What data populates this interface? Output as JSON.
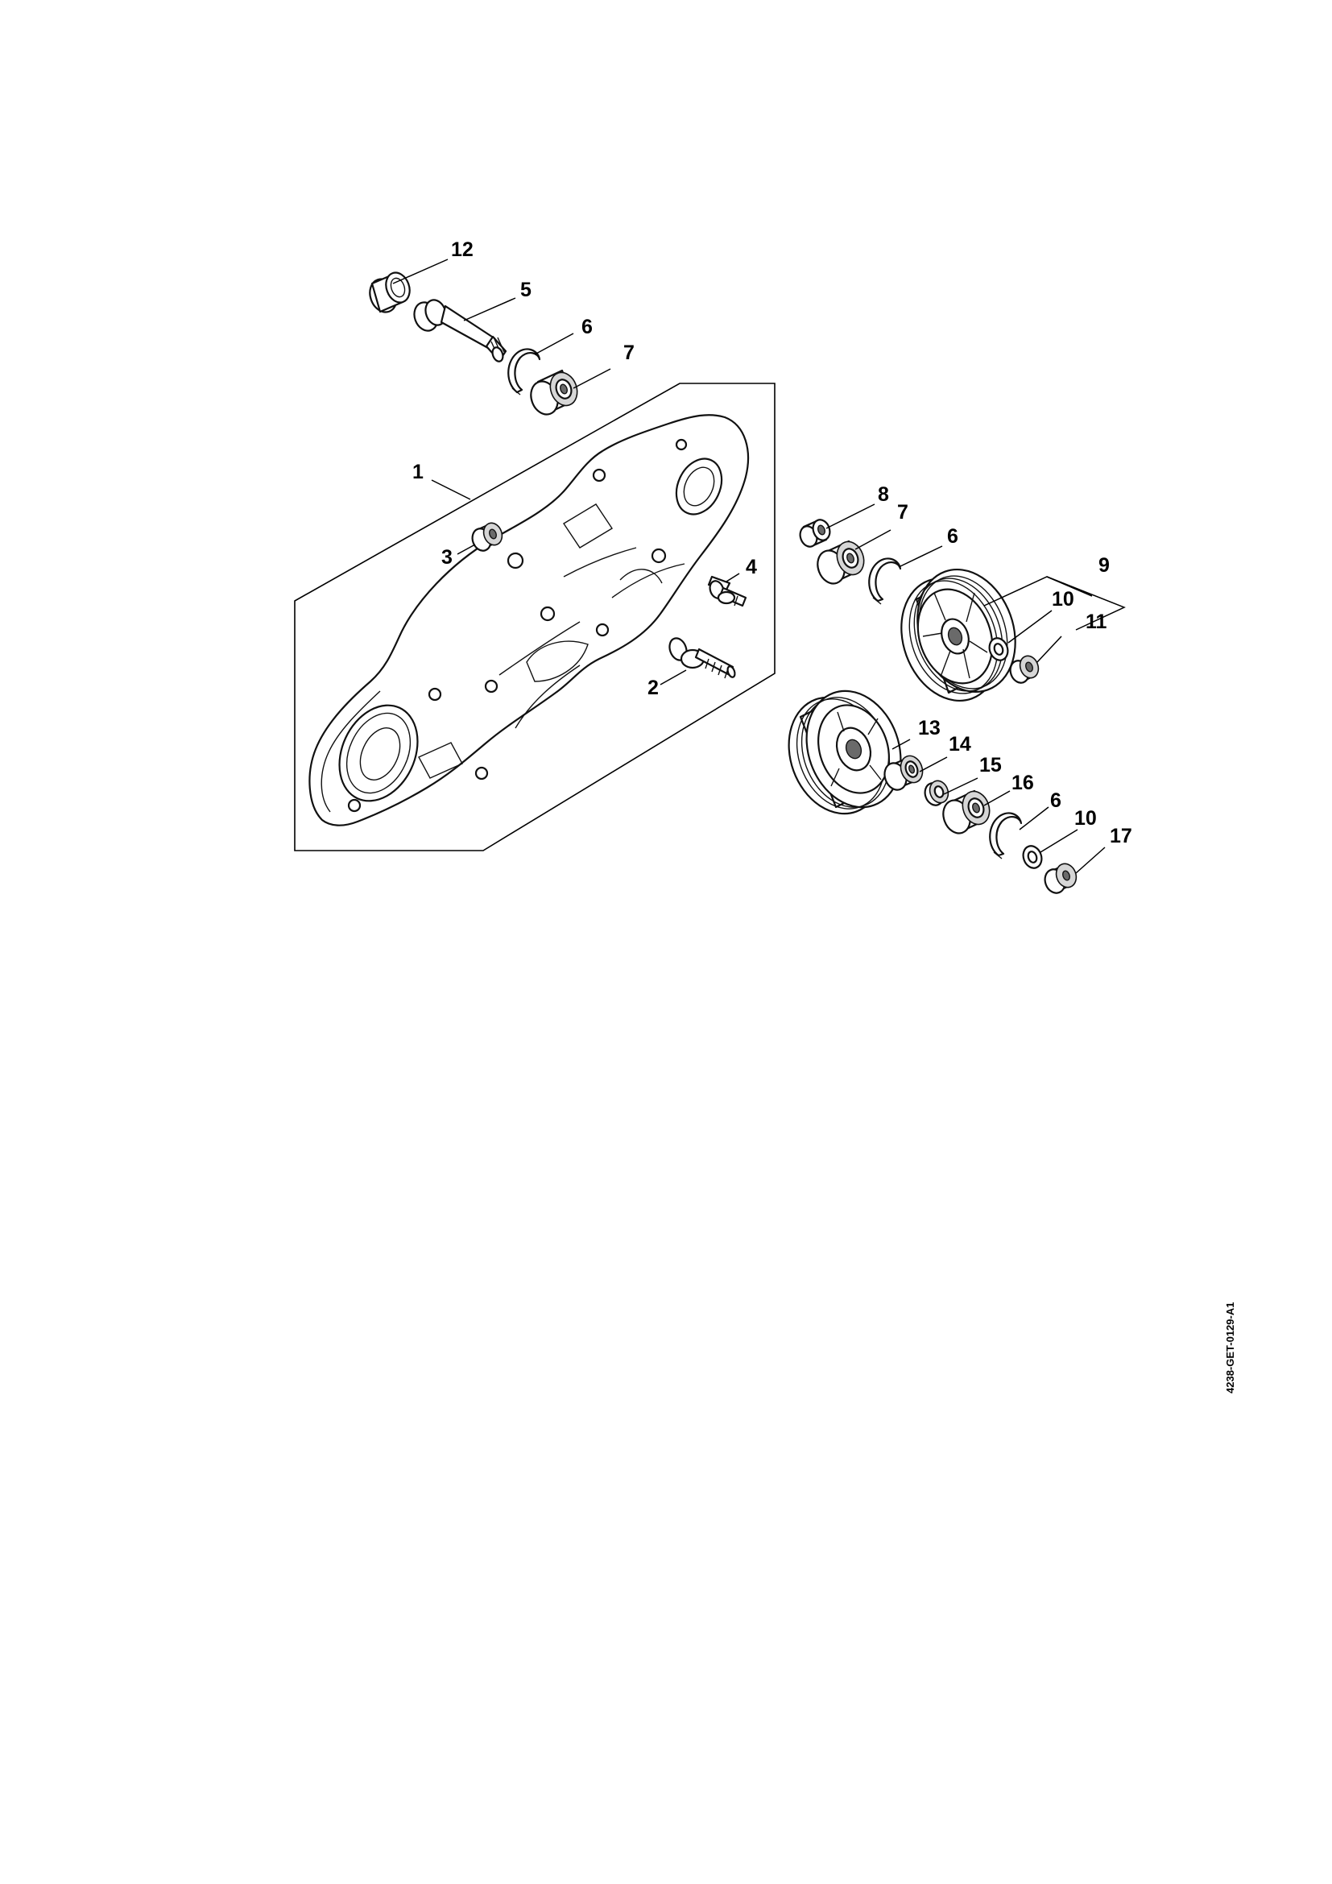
{
  "diagram": {
    "document_code": "4238-GET-0129-A1",
    "callouts": [
      {
        "id": "c12",
        "label": "12"
      },
      {
        "id": "c5",
        "label": "5"
      },
      {
        "id": "c6a",
        "label": "6"
      },
      {
        "id": "c7a",
        "label": "7"
      },
      {
        "id": "c1",
        "label": "1"
      },
      {
        "id": "c3",
        "label": "3"
      },
      {
        "id": "c4",
        "label": "4"
      },
      {
        "id": "c2",
        "label": "2"
      },
      {
        "id": "c8",
        "label": "8"
      },
      {
        "id": "c7b",
        "label": "7"
      },
      {
        "id": "c6b",
        "label": "6"
      },
      {
        "id": "c9",
        "label": "9"
      },
      {
        "id": "c10a",
        "label": "10"
      },
      {
        "id": "c11",
        "label": "11"
      },
      {
        "id": "c13",
        "label": "13"
      },
      {
        "id": "c14",
        "label": "14"
      },
      {
        "id": "c15",
        "label": "15"
      },
      {
        "id": "c16",
        "label": "16"
      },
      {
        "id": "c6c",
        "label": "6"
      },
      {
        "id": "c10b",
        "label": "10"
      },
      {
        "id": "c17",
        "label": "17"
      }
    ]
  }
}
